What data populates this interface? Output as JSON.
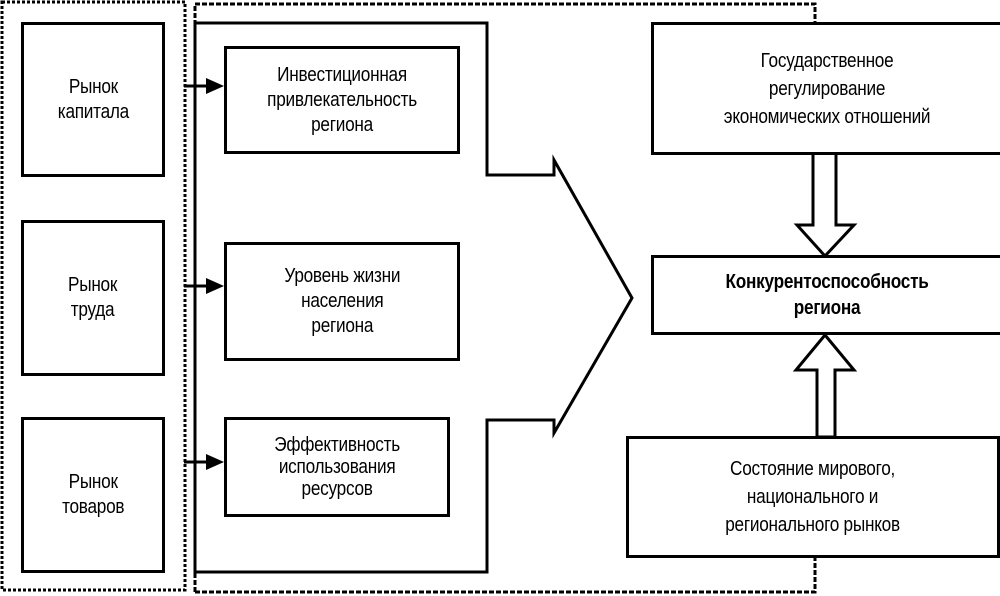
{
  "colors": {
    "stroke": "#000000",
    "background": "#ffffff"
  },
  "markets": [
    {
      "lines": [
        "Рынок",
        "капитала"
      ]
    },
    {
      "lines": [
        "Рынок",
        "труда"
      ]
    },
    {
      "lines": [
        "Рынок",
        "товаров"
      ]
    }
  ],
  "factors": [
    {
      "lines": [
        "Инвестиционная",
        "привлекательность",
        "региона"
      ]
    },
    {
      "lines": [
        "Уровень жизни",
        "населения",
        "региона"
      ]
    },
    {
      "lines": [
        "Эффективность",
        "использования",
        "ресурсов"
      ]
    }
  ],
  "regulation": {
    "lines": [
      "Государственное",
      "регулирование",
      "экономических отношений"
    ]
  },
  "competitiveness": {
    "lines": [
      "Конкурентоспособность",
      "региона"
    ]
  },
  "market_state": {
    "lines": [
      "Состояние мирового,",
      "национального и",
      "регионального рынков"
    ]
  },
  "connectors": {
    "market_to_factor": "arrow-right",
    "factors_to_competitiveness": "chevron-right",
    "regulation_to_competitiveness": "hollow-arrow-down",
    "market_state_to_competitiveness": "hollow-arrow-up"
  }
}
